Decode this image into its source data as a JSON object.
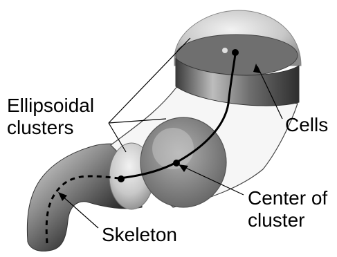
{
  "figure": {
    "labels": {
      "ellipsoidal_line1": "Ellipsoidal",
      "ellipsoidal_line2": "clusters",
      "cells": "Cells",
      "center_line1": "Center of",
      "center_line2": "cluster",
      "skeleton": "Skeleton"
    },
    "colors": {
      "background": "#ffffff",
      "tube_dark": "#1e1e1e",
      "tube_mid": "#7a7a7a",
      "tube_light": "#d9d9d9",
      "ellipsoid_fill": "#9a9a9a",
      "text": "#000000"
    }
  }
}
